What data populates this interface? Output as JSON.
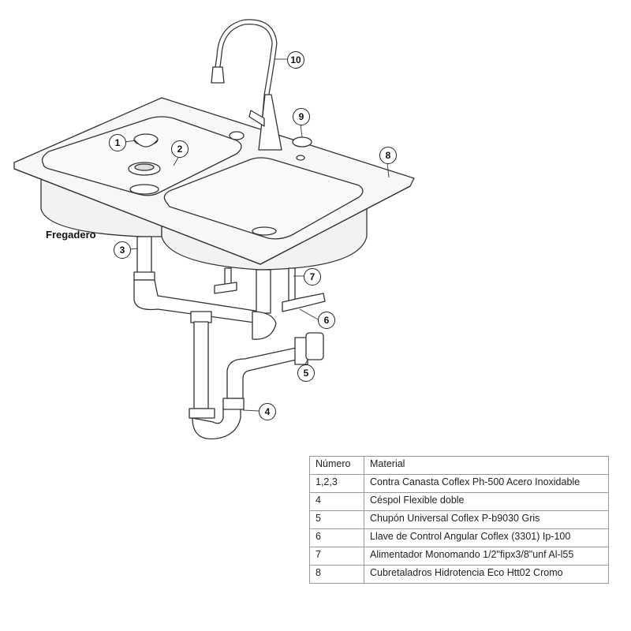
{
  "diagram": {
    "title": "Fregadero",
    "callouts": [
      "1",
      "2",
      "3",
      "4",
      "5",
      "6",
      "7",
      "8",
      "9",
      "10"
    ]
  },
  "table": {
    "headers": [
      "Número",
      "Material"
    ],
    "rows": [
      [
        "1,2,3",
        "Contra Canasta Coflex Ph-500 Acero Inoxidable"
      ],
      [
        "4",
        "Céspol Flexible doble"
      ],
      [
        "5",
        "Chupón Universal Coflex P-b9030 Gris"
      ],
      [
        "6",
        "Llave de Control Angular Coflex (3301) Ip-100"
      ],
      [
        "7",
        "Alimentador Monomando 1/2\"fipx3/8\"unf Al-l55"
      ],
      [
        "8",
        "Cubretaladros Hidrotencia Eco Htt02 Cromo"
      ]
    ]
  }
}
